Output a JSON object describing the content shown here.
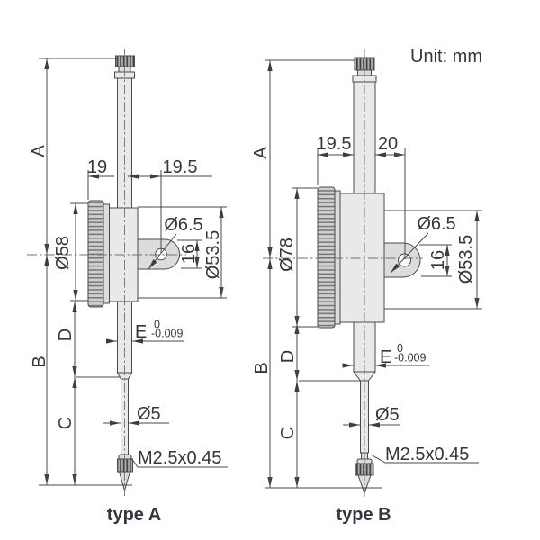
{
  "unit_label": "Unit: mm",
  "colors": {
    "caption_text": "#242b3a",
    "dim_text": "#33363d",
    "line": "#4a4a4a",
    "body_fill": "#e9e9e9"
  },
  "figures": {
    "a": {
      "caption": "type A",
      "dim_a": "A",
      "dim_b": "B",
      "dim_c": "C",
      "dim_d": "D",
      "top_left": "19",
      "top_right": "19.5",
      "bezel_dia": "Ø58",
      "back_dia": "Ø53.5",
      "lug_hole_dia": "Ø6.5",
      "lug_width": "16",
      "stem_fit": "E",
      "stem_tol_upper": "0",
      "stem_tol_lower": "-0.009",
      "spindle_dia": "Ø5",
      "tip_thread": "M2.5x0.45"
    },
    "b": {
      "caption": "type B",
      "dim_a": "A",
      "dim_b": "B",
      "dim_c": "C",
      "dim_d": "D",
      "top_left": "19.5",
      "top_right": "20",
      "bezel_dia": "Ø78",
      "back_dia": "Ø53.5",
      "lug_hole_dia": "Ø6.5",
      "lug_width": "16",
      "stem_fit": "E",
      "stem_tol_upper": "0",
      "stem_tol_lower": "-0.009",
      "spindle_dia": "Ø5",
      "tip_thread": "M2.5x0.45"
    }
  }
}
